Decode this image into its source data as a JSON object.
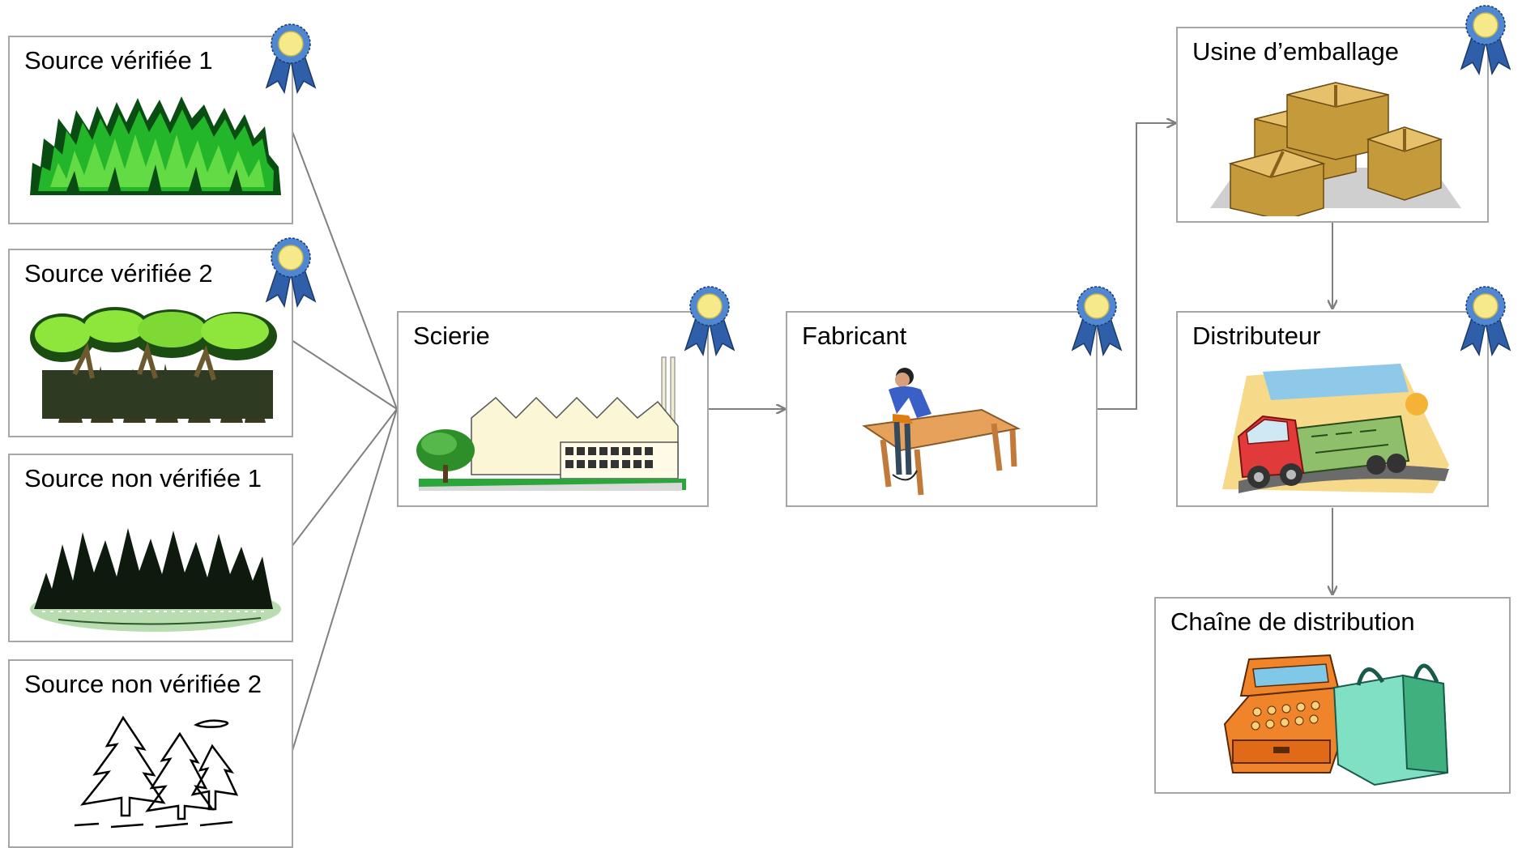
{
  "nodes": {
    "source_verified_1": {
      "label": "Source vérifiée 1",
      "certified": true,
      "icon": "dense-forest-icon"
    },
    "source_verified_2": {
      "label": "Source vérifiée 2",
      "certified": true,
      "icon": "broadleaf-forest-icon"
    },
    "source_unverified_1": {
      "label": "Source non vérifiée 1",
      "certified": false,
      "icon": "dark-conifer-forest-icon"
    },
    "source_unverified_2": {
      "label": "Source non vérifiée 2",
      "certified": false,
      "icon": "sketch-pine-trees-icon"
    },
    "sawmill": {
      "label": "Scierie",
      "certified": true,
      "icon": "factory-icon"
    },
    "manufacturer": {
      "label": "Fabricant",
      "certified": true,
      "icon": "carpenter-at-table-icon"
    },
    "packaging_plant": {
      "label": "Usine d’emballage",
      "certified": true,
      "icon": "cardboard-boxes-icon"
    },
    "distributor": {
      "label": "Distributeur",
      "certified": true,
      "icon": "delivery-truck-icon"
    },
    "retail_chain": {
      "label": "Chaîne de distribution",
      "certified": false,
      "icon": "cash-register-shopping-bag-icon"
    }
  },
  "edges": [
    {
      "from": "source_verified_1",
      "to": "sawmill"
    },
    {
      "from": "source_verified_2",
      "to": "sawmill"
    },
    {
      "from": "source_unverified_1",
      "to": "sawmill"
    },
    {
      "from": "source_unverified_2",
      "to": "sawmill"
    },
    {
      "from": "sawmill",
      "to": "manufacturer"
    },
    {
      "from": "manufacturer",
      "to": "packaging_plant"
    },
    {
      "from": "packaging_plant",
      "to": "distributor"
    },
    {
      "from": "distributor",
      "to": "retail_chain"
    }
  ],
  "colors": {
    "border": "#a6a6a6",
    "connector": "#808080",
    "ribbon_blue": "#2e5fa8",
    "medal_gold": "#f5e98a"
  }
}
